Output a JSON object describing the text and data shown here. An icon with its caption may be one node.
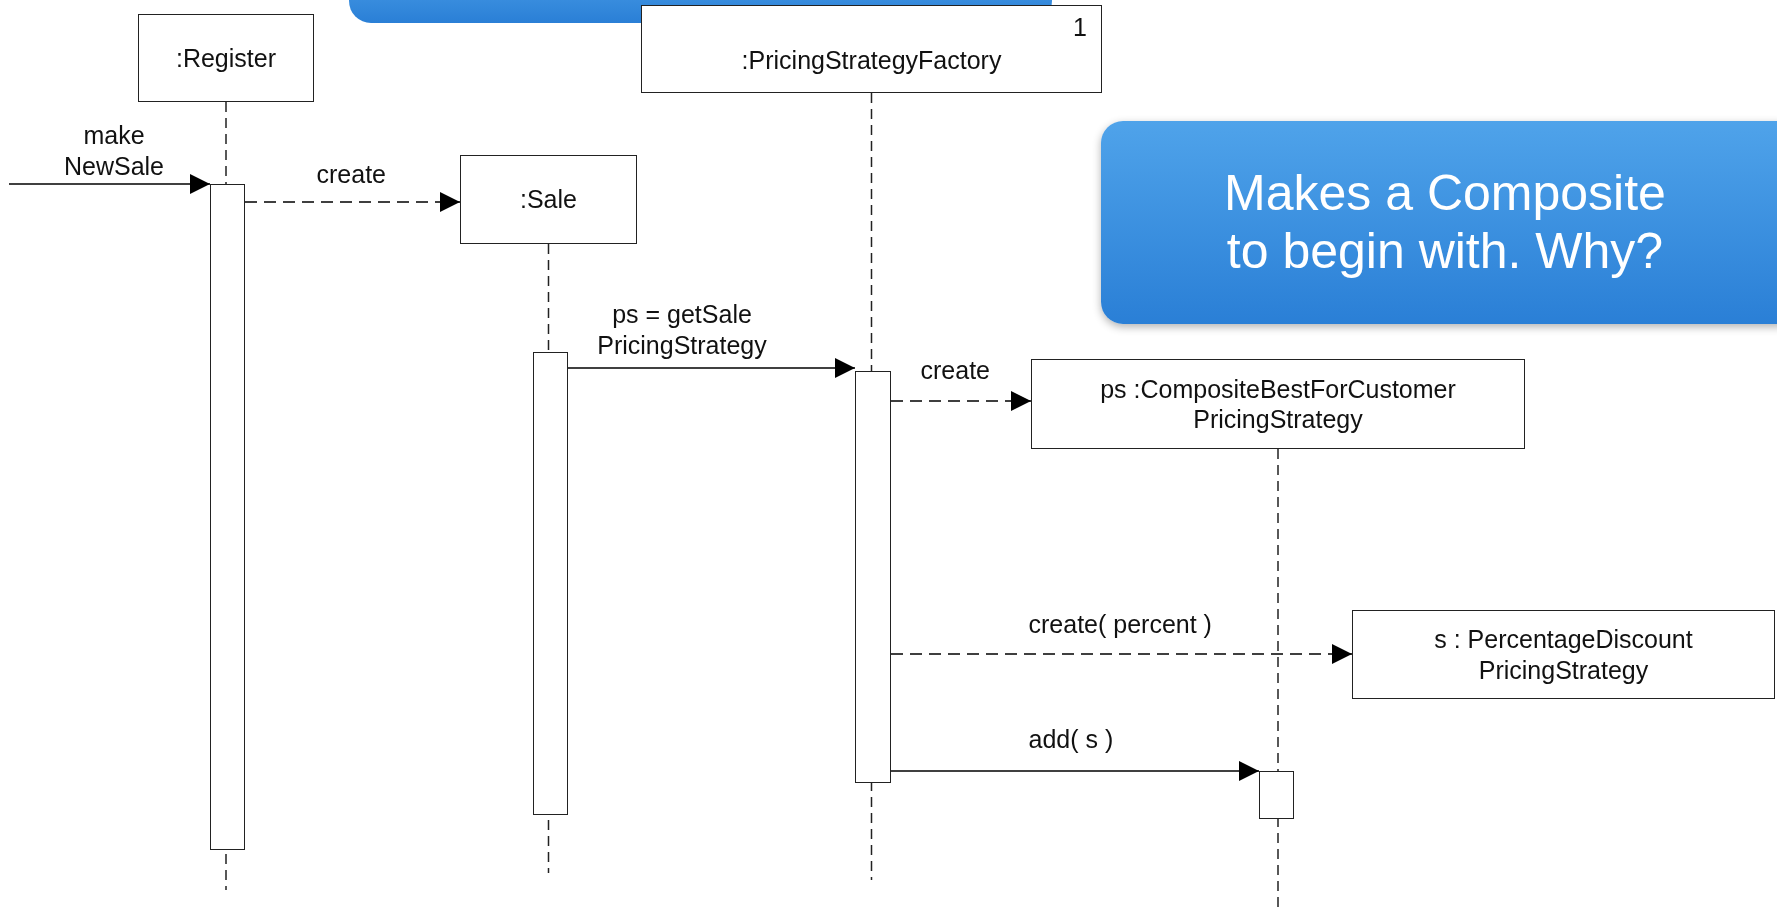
{
  "diagram": {
    "nodes": [
      {
        "text": [
          ":Register"
        ]
      },
      {
        "text": [
          "1",
          ":PricingStrategyFactory"
        ]
      },
      {
        "text": [
          ":Sale"
        ]
      },
      {
        "text": [
          "ps :CompositeBestForCustomer PricingStrategy"
        ]
      },
      {
        "text": [
          "s : PercentageDiscount PricingStrategy"
        ]
      },
      {
        "text": [
          "Makes a Composite to begin with. Why?"
        ]
      },
      {
        "text": [],
        "shape": "bar"
      },
      {
        "text": [],
        "shape": "bar"
      },
      {
        "text": [],
        "shape": "bar"
      },
      {
        "text": [],
        "shape": "bar"
      }
    ],
    "edges": [
      {
        "from": null,
        "to": 6,
        "arrow": "to",
        "label": "make NewSale"
      },
      {
        "from": 6,
        "to": 2,
        "arrow": "to",
        "label": "create",
        "style": "dashed"
      },
      {
        "from": 7,
        "to": 8,
        "arrow": "to",
        "label": "ps = getSale PricingStrategy"
      },
      {
        "from": 8,
        "to": 3,
        "arrow": "to",
        "label": "create",
        "style": "dashed"
      },
      {
        "from": 8,
        "to": 4,
        "arrow": "to",
        "label": "create( percent )",
        "style": "dashed"
      },
      {
        "from": 8,
        "to": 9,
        "arrow": "to",
        "label": "add( s )"
      }
    ]
  }
}
